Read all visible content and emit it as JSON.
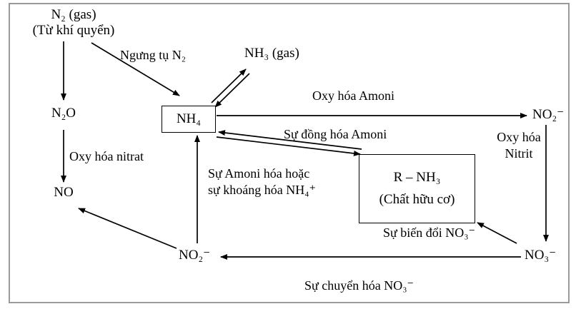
{
  "diagram": {
    "title": "Chu trinh nito - Nitrogen cycle diagram",
    "frame_color": "#9a9a9a",
    "text_color": "#000000",
    "nodes": {
      "n2_gas": {
        "line1": "N₂ (gas)",
        "line2": "(Từ khí quyển)"
      },
      "n2o": {
        "label": "N₂O"
      },
      "no": {
        "label": "NO"
      },
      "nh4_box": {
        "label": "NH₄"
      },
      "nh3_gas": {
        "label": "NH₃ (gas)"
      },
      "no2_right": {
        "label": "NO₂⁻"
      },
      "no3_right": {
        "label": "NO₃⁻"
      },
      "no2_bottom": {
        "label": "NO₂⁻"
      },
      "rnh3_box": {
        "line1": "R – NH₃",
        "line2": "(Chất hữu cơ)"
      }
    },
    "edge_labels": {
      "ngung_tu_n2": "Ngưng tụ N₂",
      "oxy_hoa_nitrat": "Oxy hóa nitrat",
      "oxy_hoa_amoni": "Oxy hóa Amoni",
      "su_dong_hoa_amoni": "Sự đồng hóa Amoni",
      "oxy_hoa_nitrit_l1": "Oxy hóa",
      "oxy_hoa_nitrit_l2": "Nitrit",
      "su_amoni_hoa_l1": "Sự Amoni hóa hoặc",
      "su_amoni_hoa_l2": "sự khoáng hóa NH₄⁺",
      "su_bien_doi_no3": "Sự biến đổi NO₃⁻",
      "su_chuyen_hoa_no3": "Sự chuyển hóa NO₃⁻"
    }
  }
}
